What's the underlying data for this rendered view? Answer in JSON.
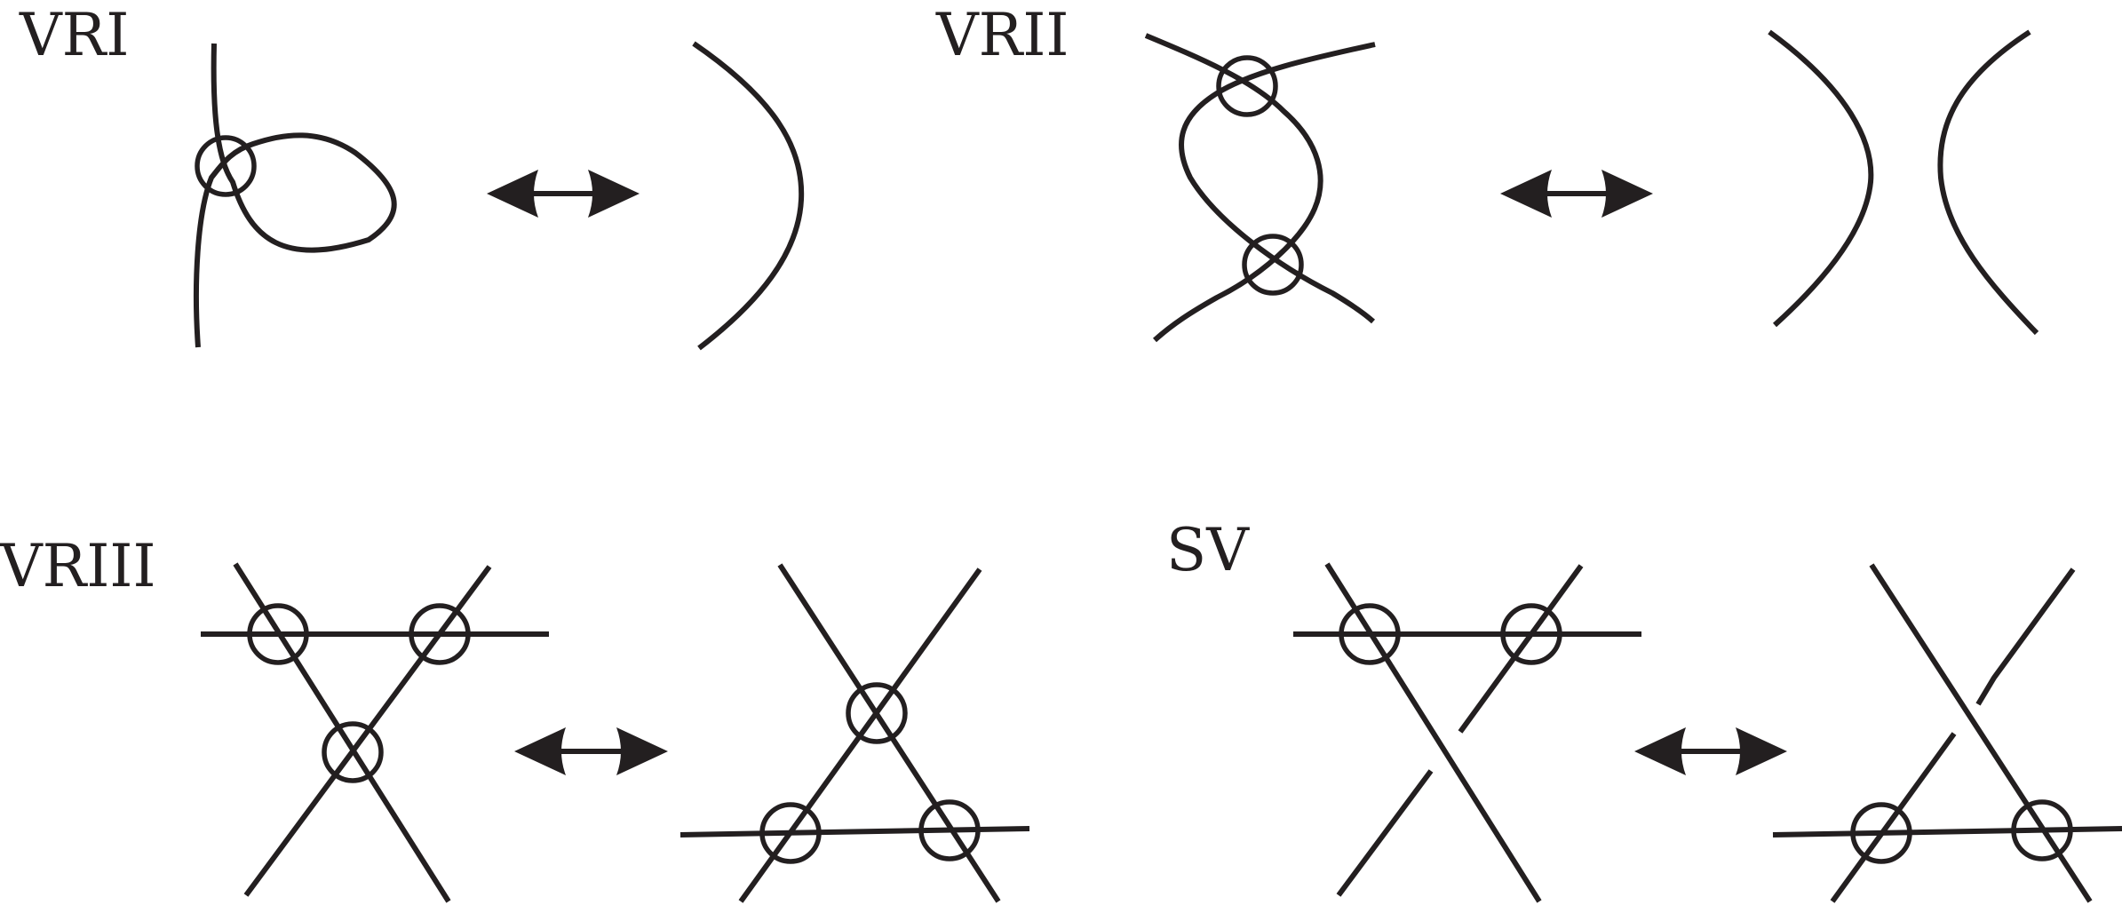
{
  "labels": {
    "vr1": "VRI",
    "vr2": "VRII",
    "vr3": "VRIII",
    "sv": "SV"
  },
  "colors": {
    "ink": "#231f20",
    "background": "#ffffff"
  },
  "icons": {
    "virtual_crossing": "circle-marker",
    "equivalence": "double-headed-arrow"
  }
}
